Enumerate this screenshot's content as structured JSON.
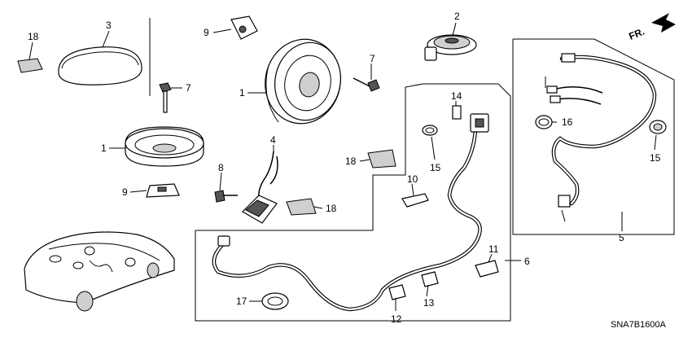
{
  "callouts": {
    "c1a": "1",
    "c1b": "1",
    "c2": "2",
    "c3": "3",
    "c4": "4",
    "c5": "5",
    "c6": "6",
    "c7a": "7",
    "c7b": "7",
    "c8": "8",
    "c9a": "9",
    "c9b": "9",
    "c10": "10",
    "c11": "11",
    "c12": "12",
    "c13": "13",
    "c14": "14",
    "c15a": "15",
    "c15b": "15",
    "c16": "16",
    "c17": "17",
    "c18a": "18",
    "c18b": "18",
    "c18c": "18"
  },
  "direction_label": "FR.",
  "diagram_code": "SNA7B1600A"
}
